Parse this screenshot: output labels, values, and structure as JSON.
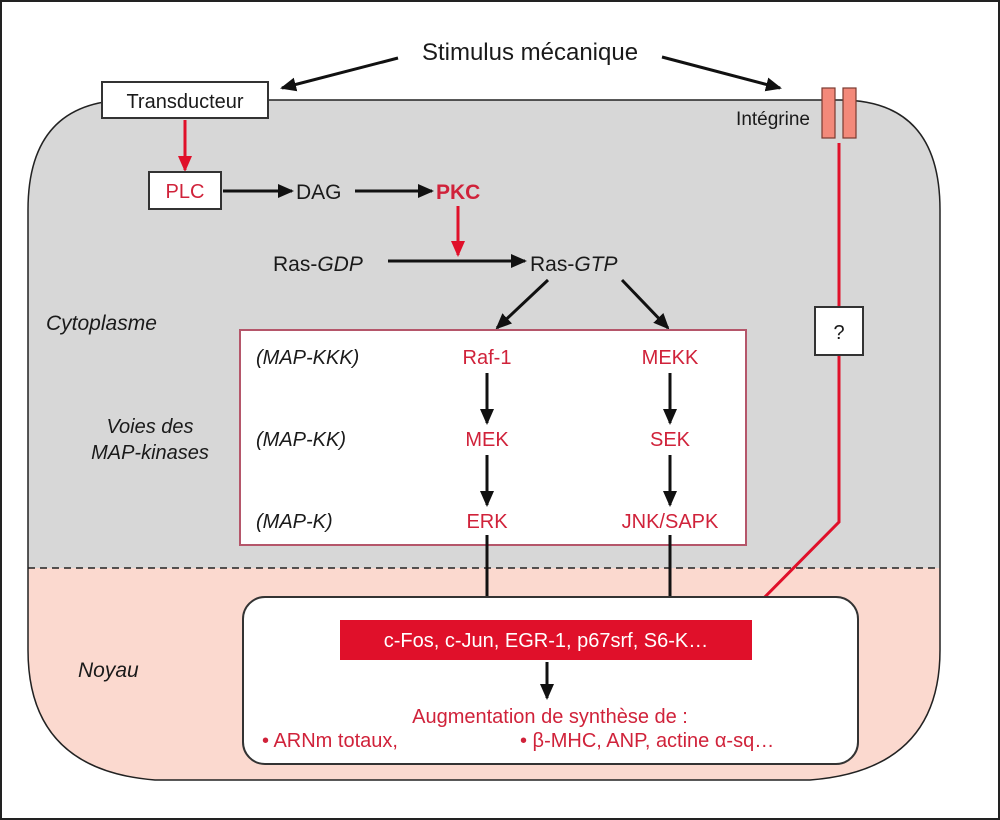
{
  "diagram": {
    "stimulus": "Stimulus mécanique",
    "transducer": "Transducteur",
    "integrin": "Intégrine",
    "plc": "PLC",
    "dag": "DAG",
    "pkc": "PKC",
    "ras_gdp_prefix": "Ras-",
    "ras_gdp_suffix": "GDP",
    "ras_gtp_prefix": "Ras-",
    "ras_gtp_suffix": "GTP",
    "unknown": "?",
    "cytoplasm_label": "Cytoplasme",
    "pathway_label_line1": "Voies des",
    "pathway_label_line2": "MAP-kinases",
    "nucleus_label": "Noyau",
    "levels": [
      "(MAP-KKK)",
      "(MAP-KK)",
      "(MAP-K)"
    ],
    "branch_left": [
      "Raf-1",
      "MEK",
      "ERK"
    ],
    "branch_right": [
      "MEKK",
      "SEK",
      "JNK/SAPK"
    ],
    "transcription_factors": "c-Fos, c-Jun, EGR-1, p67srf, S6-K…",
    "synthesis_title": "Augmentation de synthèse de :",
    "synthesis_item1": "• ARNm totaux,",
    "synthesis_item2": "• β-MHC, ANP, actine α-sq…"
  },
  "colors": {
    "cytoplasm": "#d7d7d7",
    "nucleus": "#fbd9cf",
    "accent_red": "#d0223a",
    "tf_box": "#e0102a",
    "integrin": "#f3897a"
  }
}
